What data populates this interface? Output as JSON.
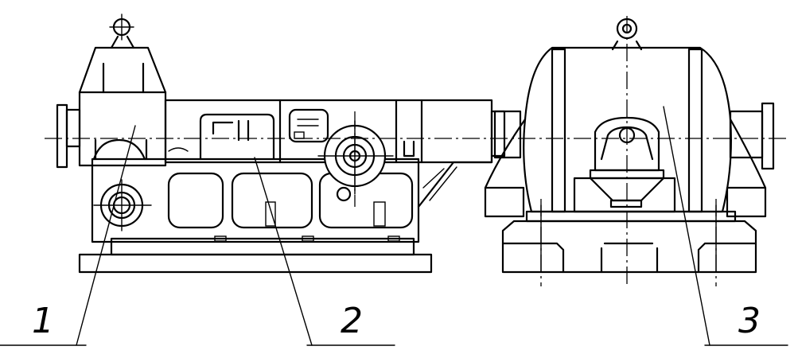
{
  "callouts": [
    {
      "id": "1",
      "text": "1"
    },
    {
      "id": "2",
      "text": "2"
    },
    {
      "id": "3",
      "text": "3"
    }
  ],
  "stroke_color": "#000000",
  "background_color": "#ffffff"
}
